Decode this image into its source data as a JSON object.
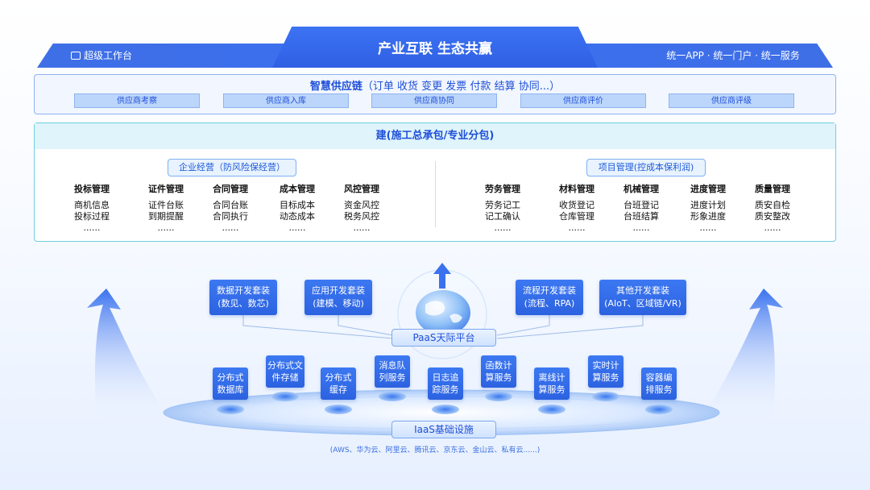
{
  "banner": {
    "left_label": "超级工作台",
    "title": "产业互联  生态共赢",
    "right_label": "统一APP · 统一门户 · 统一服务"
  },
  "supply_chain": {
    "title": "智慧供应链",
    "subtitle": "（订单 收货 变更 发票 付款 结算 协同...）",
    "items": [
      "供应商考察",
      "供应商入库",
      "供应商协同",
      "供应商评价",
      "供应商评级"
    ]
  },
  "build": {
    "header": "建(施工总承包/专业分包)",
    "enterprise": {
      "label": "企业经营（防风险保经营）",
      "modules": [
        {
          "title": "投标管理",
          "lines": [
            "商机信息",
            "投标过程",
            "......"
          ]
        },
        {
          "title": "证件管理",
          "lines": [
            "证件台账",
            "到期提醒",
            "......"
          ]
        },
        {
          "title": "合同管理",
          "lines": [
            "合同台账",
            "合同执行",
            "......"
          ]
        },
        {
          "title": "成本管理",
          "lines": [
            "目标成本",
            "动态成本",
            "......"
          ]
        },
        {
          "title": "风控管理",
          "lines": [
            "资金风控",
            "税务风控",
            "......"
          ]
        }
      ]
    },
    "project": {
      "label": "项目管理(控成本保利润)",
      "modules": [
        {
          "title": "劳务管理",
          "lines": [
            "劳务记工",
            "记工确认",
            "......"
          ]
        },
        {
          "title": "材料管理",
          "lines": [
            "收货登记",
            "仓库管理",
            "......"
          ]
        },
        {
          "title": "机械管理",
          "lines": [
            "台班登记",
            "台班结算",
            "......"
          ]
        },
        {
          "title": "进度管理",
          "lines": [
            "进度计划",
            "形象进度",
            "......"
          ]
        },
        {
          "title": "质量管理",
          "lines": [
            "质安自检",
            "质安整改",
            "......"
          ]
        }
      ]
    }
  },
  "paas": {
    "label": "PaaS天际平台",
    "suites": [
      {
        "line1": "数据开发套装",
        "line2": "(数见、数芯)"
      },
      {
        "line1": "应用开发套装",
        "line2": "(建模、移动)"
      },
      {
        "line1": "流程开发套装",
        "line2": "(流程、RPA)"
      },
      {
        "line1": "其他开发套装",
        "line2": "(AIoT、区域链/VR)"
      }
    ]
  },
  "iaas": {
    "label": "IaaS基础设施",
    "services": [
      {
        "line1": "分布式",
        "line2": "数据库"
      },
      {
        "line1": "分布式文",
        "line2": "件存储"
      },
      {
        "line1": "分布式",
        "line2": "缓存"
      },
      {
        "line1": "消息队",
        "line2": "列服务"
      },
      {
        "line1": "日志追",
        "line2": "踪服务"
      },
      {
        "line1": "函数计",
        "line2": "算服务"
      },
      {
        "line1": "离线计",
        "line2": "算服务"
      },
      {
        "line1": "实时计",
        "line2": "算服务"
      },
      {
        "line1": "容器编",
        "line2": "排服务"
      }
    ],
    "clouds": "(AWS、华为云、阿里云、腾讯云、京东云、金山云、私有云......)"
  },
  "colors": {
    "primary": "#2f62e3",
    "accent_cyan": "#6fcfe0",
    "light_blue": "#bcd6fb"
  }
}
